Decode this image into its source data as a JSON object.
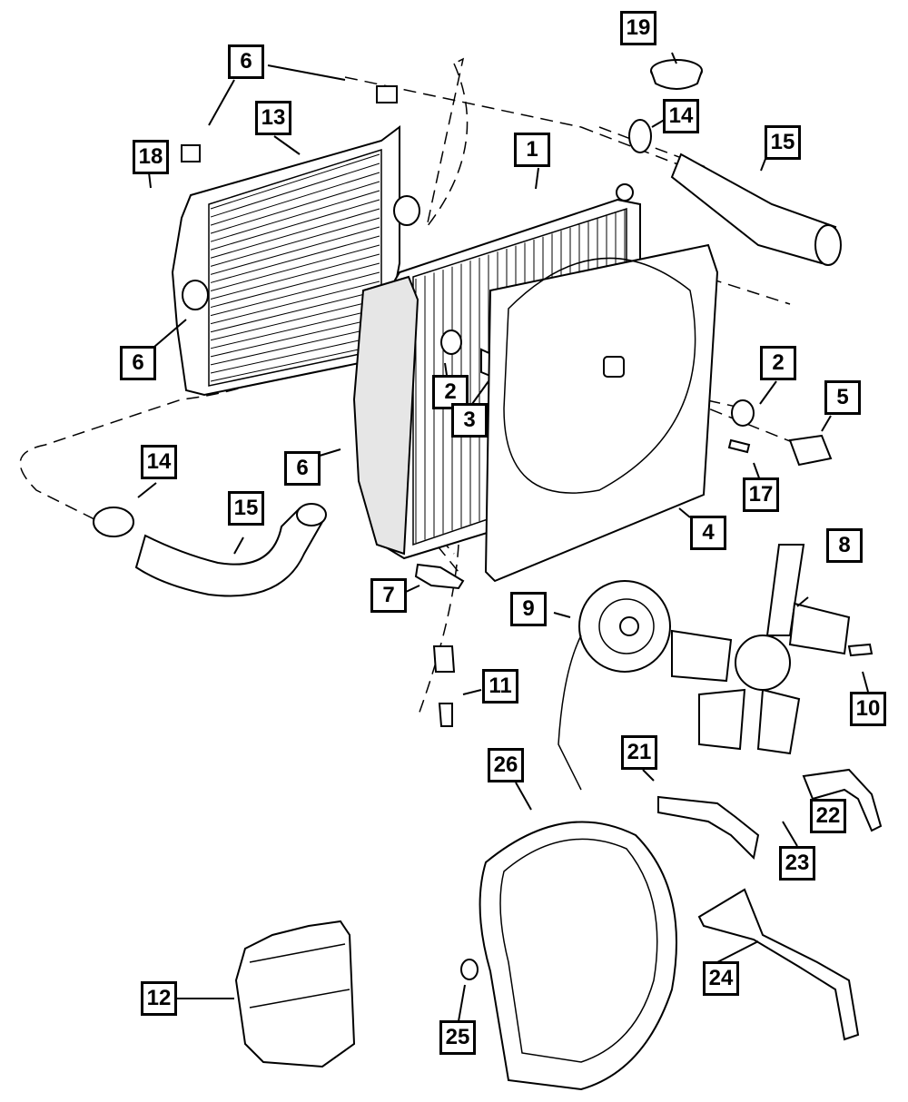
{
  "callouts": [
    {
      "id": "c19",
      "label": "19"
    },
    {
      "id": "c6a",
      "label": "6"
    },
    {
      "id": "c13",
      "label": "13"
    },
    {
      "id": "c14a",
      "label": "14"
    },
    {
      "id": "c15a",
      "label": "15"
    },
    {
      "id": "c18",
      "label": "18"
    },
    {
      "id": "c1",
      "label": "1"
    },
    {
      "id": "c6b",
      "label": "6"
    },
    {
      "id": "c2a",
      "label": "2"
    },
    {
      "id": "c3",
      "label": "3"
    },
    {
      "id": "c2b",
      "label": "2"
    },
    {
      "id": "c5",
      "label": "5"
    },
    {
      "id": "c14b",
      "label": "14"
    },
    {
      "id": "c6c",
      "label": "6"
    },
    {
      "id": "c17",
      "label": "17"
    },
    {
      "id": "c15b",
      "label": "15"
    },
    {
      "id": "c4",
      "label": "4"
    },
    {
      "id": "c8",
      "label": "8"
    },
    {
      "id": "c7",
      "label": "7"
    },
    {
      "id": "c9",
      "label": "9"
    },
    {
      "id": "c11",
      "label": "11"
    },
    {
      "id": "c10",
      "label": "10"
    },
    {
      "id": "c26",
      "label": "26"
    },
    {
      "id": "c21",
      "label": "21"
    },
    {
      "id": "c22",
      "label": "22"
    },
    {
      "id": "c23",
      "label": "23"
    },
    {
      "id": "c12",
      "label": "12"
    },
    {
      "id": "c24",
      "label": "24"
    },
    {
      "id": "c25",
      "label": "25"
    }
  ]
}
